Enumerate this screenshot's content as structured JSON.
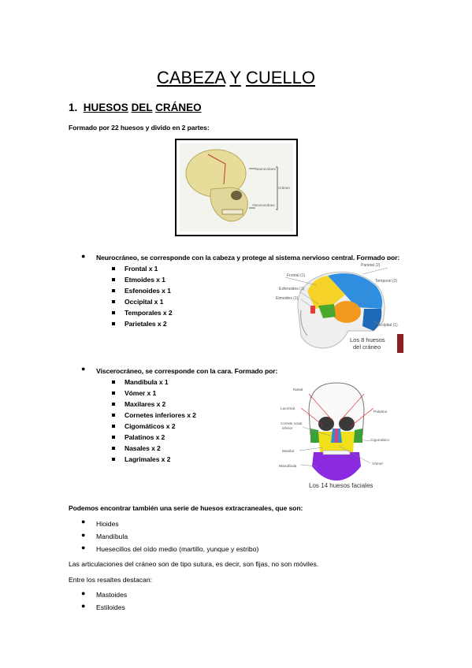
{
  "title": {
    "w1": "CABEZA",
    "w2": "Y",
    "w3": "CUELLO"
  },
  "section1": {
    "number": "1.",
    "heading_a": "HUESOS",
    "heading_b": "DEL",
    "heading_c": "CRÁNEO"
  },
  "intro": "Formado por 22 huesos y divido en 2 partes:",
  "fig1": {
    "label1": "Neurocráneo",
    "label2": "Cráneo",
    "label3": "Viscerocráneo"
  },
  "neuro": {
    "text": "Neurocráneo, se corresponde con la cabeza y protege al sistema nervioso central. Formado por:",
    "items": [
      "Frontal x 1",
      "Etmoides x 1",
      "Esfenoides x 1",
      "Occipital x 1",
      "Temporales x 2",
      "Parietales x 2"
    ]
  },
  "fig2": {
    "labels": [
      "Frontal (1)",
      "Parietal (2)",
      "Esfenoides (1)",
      "Temporal (2)",
      "Etmoides (1)",
      "Occipital (1)"
    ],
    "caption1": "Los 8 huesos",
    "caption2": "del cráneo"
  },
  "viscero": {
    "text": "Viscerocráneo, se corresponde con la cara. Formado por:",
    "items": [
      "Mandíbula x 1",
      "Vómer x 1",
      "Maxilares x 2",
      "Cornetes inferiores x 2",
      "Cigomáticos x 2",
      "Palatinos x 2",
      "Nasales x 2",
      "Lagrimales x 2"
    ]
  },
  "fig3": {
    "labels": [
      "Nasal",
      "Lacrimal",
      "Palatino",
      "Cornete nasal",
      "inferior",
      "Cigomático",
      "Maxilar",
      "Mandíbula",
      "Vómer"
    ],
    "caption": "Los 14 huesos faciales"
  },
  "extra": {
    "text": "Podemos encontrar también una serie de huesos extracraneales, que son:",
    "items": [
      "Hioides",
      "Mandíbula",
      "Huesecillos del oído medio (martillo, yunque y estribo)"
    ]
  },
  "articulaciones": "Las articulaciones del cráneo son de tipo sutura, es decir, son fijas, no son móviles.",
  "resaltes": {
    "text": "Entre los resaltes destacan:",
    "items": [
      "Mastoides",
      "Estiloides"
    ]
  }
}
